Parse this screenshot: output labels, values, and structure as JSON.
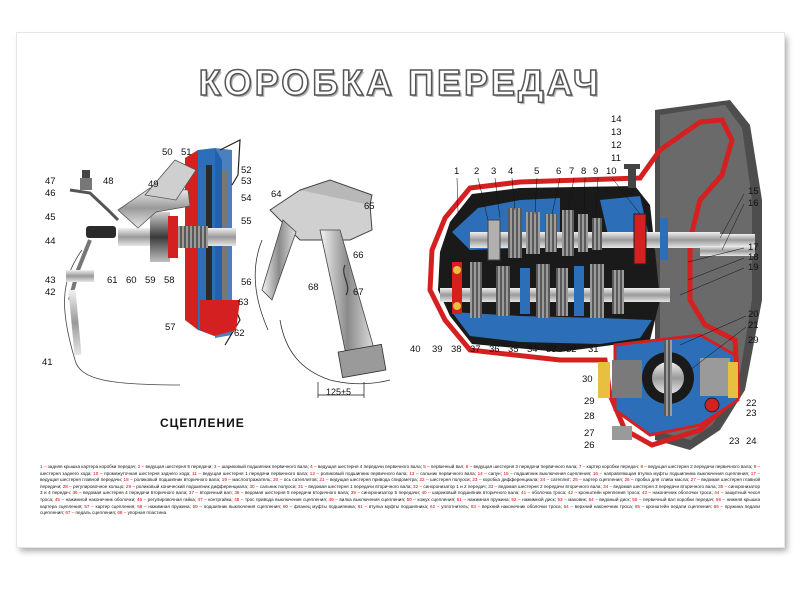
{
  "title": "КОРОБКА ПЕРЕДАЧ",
  "subtitle": "СЦЕПЛЕНИЕ",
  "dimension_label": "125±5",
  "colors": {
    "housing_red": "#d42020",
    "shaft_blue": "#2c6fb8",
    "gear_grey": "#7a7a7a",
    "dark": "#1a1a1a",
    "yellow_seal": "#e8c040"
  },
  "callouts": [
    {
      "id": "c1",
      "text": "1"
    },
    {
      "id": "c2",
      "text": "2"
    },
    {
      "id": "c3",
      "text": "3"
    },
    {
      "id": "c4",
      "text": "4"
    },
    {
      "id": "c5",
      "text": "5"
    },
    {
      "id": "c6",
      "text": "6"
    },
    {
      "id": "c7",
      "text": "7"
    },
    {
      "id": "c8",
      "text": "8"
    },
    {
      "id": "c9",
      "text": "9"
    },
    {
      "id": "c10",
      "text": "10"
    },
    {
      "id": "c11",
      "text": "11"
    },
    {
      "id": "c12",
      "text": "12"
    },
    {
      "id": "c13",
      "text": "13"
    },
    {
      "id": "c14",
      "text": "14"
    },
    {
      "id": "c15",
      "text": "15"
    },
    {
      "id": "c16",
      "text": "16"
    },
    {
      "id": "c17",
      "text": "17"
    },
    {
      "id": "c18",
      "text": "18"
    },
    {
      "id": "c19",
      "text": "19"
    },
    {
      "id": "c20",
      "text": "20"
    },
    {
      "id": "c21",
      "text": "21"
    },
    {
      "id": "c22",
      "text": "22"
    },
    {
      "id": "c23",
      "text": "23"
    },
    {
      "id": "c24",
      "text": "24"
    },
    {
      "id": "c23b",
      "text": "23"
    },
    {
      "id": "c26",
      "text": "26"
    },
    {
      "id": "c27",
      "text": "27"
    },
    {
      "id": "c28",
      "text": "28"
    },
    {
      "id": "c29",
      "text": "29"
    },
    {
      "id": "c29b",
      "text": "29"
    },
    {
      "id": "c30",
      "text": "30"
    },
    {
      "id": "c31",
      "text": "31"
    },
    {
      "id": "c32",
      "text": "32"
    },
    {
      "id": "c33",
      "text": "33"
    },
    {
      "id": "c34",
      "text": "34"
    },
    {
      "id": "c35",
      "text": "35"
    },
    {
      "id": "c36",
      "text": "36"
    },
    {
      "id": "c37",
      "text": "37"
    },
    {
      "id": "c38",
      "text": "38"
    },
    {
      "id": "c39",
      "text": "39"
    },
    {
      "id": "c40",
      "text": "40"
    },
    {
      "id": "c41",
      "text": "41"
    },
    {
      "id": "c42",
      "text": "42"
    },
    {
      "id": "c43",
      "text": "43"
    },
    {
      "id": "c44",
      "text": "44"
    },
    {
      "id": "c45",
      "text": "45"
    },
    {
      "id": "c46",
      "text": "46"
    },
    {
      "id": "c47",
      "text": "47"
    },
    {
      "id": "c48",
      "text": "48"
    },
    {
      "id": "c49",
      "text": "49"
    },
    {
      "id": "c50",
      "text": "50"
    },
    {
      "id": "c51",
      "text": "51"
    },
    {
      "id": "c52",
      "text": "52"
    },
    {
      "id": "c53",
      "text": "53"
    },
    {
      "id": "c54",
      "text": "54"
    },
    {
      "id": "c55",
      "text": "55"
    },
    {
      "id": "c56",
      "text": "56"
    },
    {
      "id": "c57",
      "text": "57"
    },
    {
      "id": "c58",
      "text": "58"
    },
    {
      "id": "c59",
      "text": "59"
    },
    {
      "id": "c60",
      "text": "60"
    },
    {
      "id": "c61",
      "text": "61"
    },
    {
      "id": "c62",
      "text": "62"
    },
    {
      "id": "c63",
      "text": "63"
    },
    {
      "id": "c64",
      "text": "64"
    },
    {
      "id": "c65",
      "text": "65"
    },
    {
      "id": "c66",
      "text": "66"
    },
    {
      "id": "c67",
      "text": "67"
    },
    {
      "id": "c68",
      "text": "68"
    }
  ],
  "legend": [
    {
      "n": "1",
      "t": "задняя крышка картера коробки передач"
    },
    {
      "n": "2",
      "t": "ведущая шестерня 5 передачи"
    },
    {
      "n": "3",
      "t": "шариковый подшипник первичного вала"
    },
    {
      "n": "4",
      "t": "ведущая шестерня 4 передачи первичного вала"
    },
    {
      "n": "5",
      "t": "первичный вал"
    },
    {
      "n": "6",
      "t": "ведущая шестерня 3 передачи первичного вала"
    },
    {
      "n": "7",
      "t": "картер коробки передач"
    },
    {
      "n": "8",
      "t": "ведущая шестерня 2 передачи первичного вала"
    },
    {
      "n": "9",
      "t": "шестерня заднего хода"
    },
    {
      "n": "10",
      "t": "промежуточная шестерня заднего хода"
    },
    {
      "n": "11",
      "t": "ведущая шестерня 1 передачи первичного вала"
    },
    {
      "n": "12",
      "t": "роликовый подшипник первичного вала"
    },
    {
      "n": "13",
      "t": "сальник первичного вала"
    },
    {
      "n": "14",
      "t": "сапун"
    },
    {
      "n": "15",
      "t": "подшипник выключения сцепления"
    },
    {
      "n": "16",
      "t": "направляющая втулка муфты подшипника выключения сцепления"
    },
    {
      "n": "17",
      "t": "ведущая шестерня главной передачи"
    },
    {
      "n": "18",
      "t": "роликовый подшипник вторичного вала"
    },
    {
      "n": "19",
      "t": "маслоотражатель"
    },
    {
      "n": "20",
      "t": "ось сателлитов"
    },
    {
      "n": "21",
      "t": "ведущая шестерня привода спидометра"
    },
    {
      "n": "22",
      "t": "шестерня полуоси"
    },
    {
      "n": "23",
      "t": "коробка дифференциала"
    },
    {
      "n": "24",
      "t": "сателлит"
    },
    {
      "n": "25",
      "t": "картер сцепления"
    },
    {
      "n": "26",
      "t": "пробка для слива масла"
    },
    {
      "n": "27",
      "t": "ведомая шестерня главной передачи"
    },
    {
      "n": "28",
      "t": "регулировочное кольцо"
    },
    {
      "n": "29",
      "t": "роликовый конический подшипник дифференциала"
    },
    {
      "n": "30",
      "t": "сальник полуоси"
    },
    {
      "n": "31",
      "t": "ведомая шестерня 1 передачи вторичного вала"
    },
    {
      "n": "32",
      "t": "синхронизатор 1 и 2 передач"
    },
    {
      "n": "33",
      "t": "ведомая шестерня 2 передачи вторичного вала"
    },
    {
      "n": "34",
      "t": "ведомая шестерня 3 передачи вторичного вала"
    },
    {
      "n": "35",
      "t": "синхронизатор 3 и 4 передач"
    },
    {
      "n": "36",
      "t": "ведомая шестерня 4 передачи вторичного вала"
    },
    {
      "n": "37",
      "t": "вторичный вал"
    },
    {
      "n": "38",
      "t": "ведомая шестерня 5 передачи вторичного вала"
    },
    {
      "n": "39",
      "t": "синхронизатор 5 передачи"
    },
    {
      "n": "40",
      "t": "шариковый подшипник вторичного вала"
    },
    {
      "n": "41",
      "t": "оболочка троса"
    },
    {
      "n": "42",
      "t": "кронштейн крепления троса"
    },
    {
      "n": "43",
      "t": "наконечник оболочки троса"
    },
    {
      "n": "44",
      "t": "защитный чехол троса"
    },
    {
      "n": "45",
      "t": "нажимной наконечник оболочки"
    },
    {
      "n": "46",
      "t": "регулировочная гайка"
    },
    {
      "n": "47",
      "t": "контргайка"
    },
    {
      "n": "48",
      "t": "трос привода выключения сцепления"
    },
    {
      "n": "49",
      "t": "вилка выключения сцепления"
    },
    {
      "n": "50",
      "t": "кожух сцепления"
    },
    {
      "n": "51",
      "t": "нажимная пружина"
    },
    {
      "n": "52",
      "t": "нажимной диск"
    },
    {
      "n": "53",
      "t": "маховик"
    },
    {
      "n": "54",
      "t": "ведомый диск"
    },
    {
      "n": "55",
      "t": "первичный вал коробки передач"
    },
    {
      "n": "56",
      "t": "нижняя крышка картера сцепления"
    },
    {
      "n": "57",
      "t": "картер сцепления"
    },
    {
      "n": "58",
      "t": "нажимная пружина"
    },
    {
      "n": "59",
      "t": "подшипник выключения сцепления"
    },
    {
      "n": "60",
      "t": "фланец муфты подшипника"
    },
    {
      "n": "61",
      "t": "втулка муфты подшипника"
    },
    {
      "n": "62",
      "t": "уплотнитель"
    },
    {
      "n": "63",
      "t": "верхний наконечник оболочки троса"
    },
    {
      "n": "64",
      "t": "верхний наконечник троса"
    },
    {
      "n": "65",
      "t": "кронштейн педали сцепления"
    },
    {
      "n": "66",
      "t": "пружина педали сцепления"
    },
    {
      "n": "67",
      "t": "педаль сцепления"
    },
    {
      "n": "68",
      "t": "упорная пластина"
    }
  ]
}
